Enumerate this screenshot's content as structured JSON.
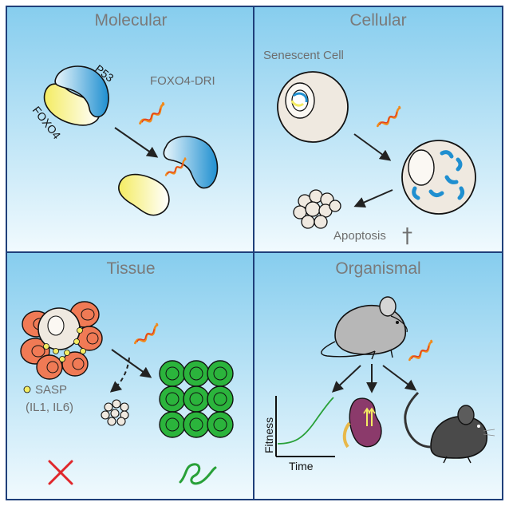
{
  "panels": {
    "molecular": {
      "title": "Molecular",
      "p53": "P53",
      "foxo4": "FOXO4",
      "drug": "FOXO4-DRI"
    },
    "cellular": {
      "title": "Cellular",
      "senescent": "Senescent Cell",
      "apoptosis": "Apoptosis",
      "cross_glyph": "†"
    },
    "tissue": {
      "title": "Tissue",
      "sasp_line1": "SASP",
      "sasp_line2": "(IL1, IL6)"
    },
    "organismal": {
      "title": "Organismal",
      "y_axis": "Fitness",
      "x_axis": "Time"
    }
  },
  "icons": [
    "peptide-helix-icon",
    "mouse-icon",
    "kidney-icon",
    "cross-mark-icon",
    "check-squiggle-icon",
    "dagger-icon"
  ],
  "colors": {
    "panel_top": "#86cdee",
    "panel_bottom": "#f1fafe",
    "frame": "#1f3f7a",
    "p53_blue": "#1f8fd0",
    "foxo4_yellow": "#f4ec62",
    "helix_orange": "#f08a1c",
    "helix_red": "#e13a1e",
    "tissue_cell": "#f07a55",
    "green_cell": "#2bb43c",
    "fail_red": "#e0262b",
    "success_green": "#28a038"
  }
}
